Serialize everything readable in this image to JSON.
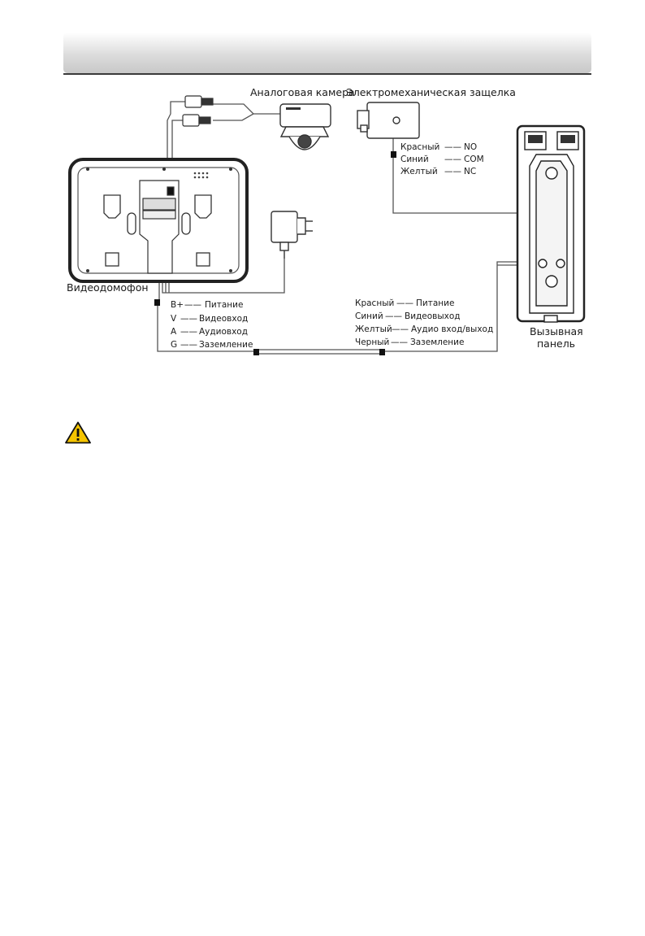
{
  "labels": {
    "camera": "Аналоговая камера",
    "lock": "Электромеханическая защелка",
    "monitor": "Видеодомофон",
    "door_station_line1": "Вызывная",
    "door_station_line2": "панель"
  },
  "lock_wiring": [
    {
      "color": "Красный",
      "signal": "NO"
    },
    {
      "color": "Синий",
      "signal": "COM"
    },
    {
      "color": "Желтый",
      "signal": "NC"
    }
  ],
  "monitor_wiring": [
    {
      "pin": "B+",
      "signal": "Питание"
    },
    {
      "pin": "V",
      "signal": "Видеовход"
    },
    {
      "pin": "A",
      "signal": "Аудиовход"
    },
    {
      "pin": "G",
      "signal": "Заземление"
    }
  ],
  "door_station_wiring": [
    {
      "color": "Красный",
      "signal": "Питание"
    },
    {
      "color": "Синий",
      "signal": "Видеовыход"
    },
    {
      "color": "Желтый",
      "signal": "Аудио вход/выход"
    },
    {
      "color": "Черный",
      "signal": "Заземление"
    }
  ],
  "wire_dash": "——",
  "icons": {
    "warning": "warning-triangle-icon",
    "power_adapter": "power-adapter-icon",
    "camera": "dome-camera-icon"
  },
  "colors": {
    "line": "#444444",
    "warning_fill": "#f5c400"
  }
}
